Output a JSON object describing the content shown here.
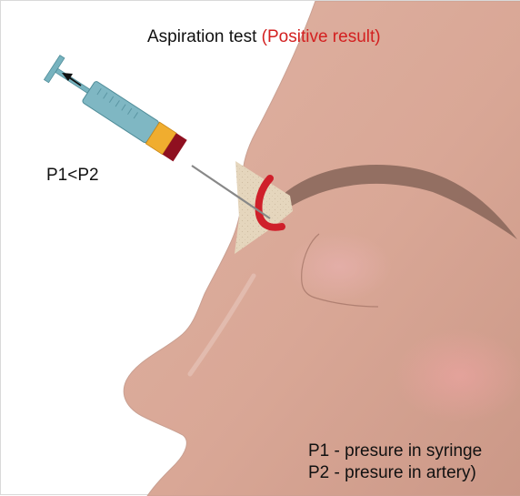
{
  "title": {
    "main": "Aspiration test ",
    "highlight": "(Positive result)"
  },
  "comparison": "P1<P2",
  "legend": [
    "P1 - presure in syringe",
    "P2 - presure in artery)"
  ],
  "colors": {
    "skin": "#d9a796",
    "skin_edge": "#b98777",
    "artery": "#cf1f2a",
    "syringe_body": "#7fb7c3",
    "syringe_stopper": "#f0ad2f",
    "syringe_hub": "#8f1020",
    "brow": "#8f6b5f",
    "tissue_patch": "#e7d9c1",
    "title_red": "#d32020"
  },
  "icons": {
    "direction": "arrow-up-left-icon"
  }
}
